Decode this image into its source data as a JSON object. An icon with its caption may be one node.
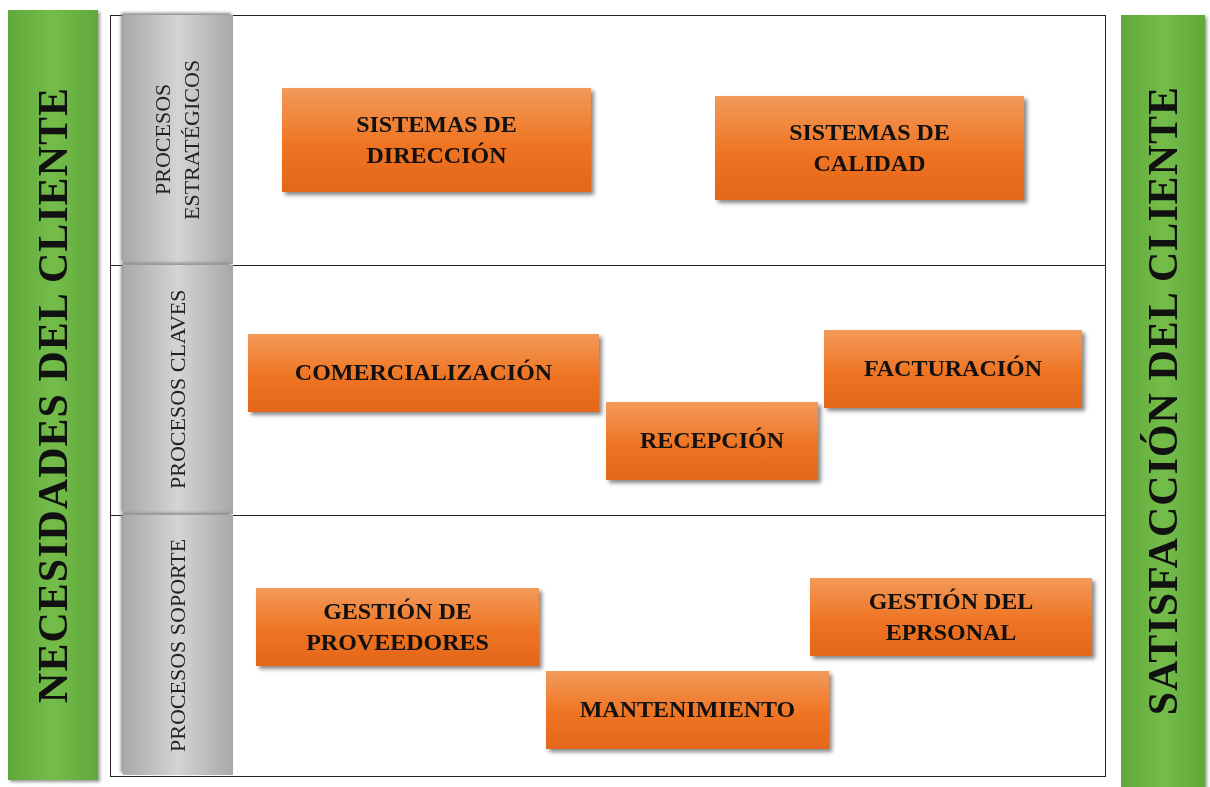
{
  "diagram": {
    "nodes": [
      {
        "text": [
          "NECESIDADES DEL CLIENTE"
        ]
      },
      {
        "text": [
          "PROCESOS ESTRATÉGICOS"
        ]
      },
      {
        "text": [
          "SISTEMAS DE DIRECCIÓN"
        ],
        "in": 1
      },
      {
        "text": [
          "SISTEMAS DE CALIDAD"
        ],
        "in": 1
      },
      {
        "text": [
          "PROCESOS CLAVES"
        ]
      },
      {
        "text": [
          "COMERCIALIZACIÓN"
        ],
        "in": 4
      },
      {
        "text": [
          "RECEPCIÓN"
        ],
        "in": 4
      },
      {
        "text": [
          "FACTURACIÓN"
        ],
        "in": 4
      },
      {
        "text": [
          "PROCESOS SOPORTE"
        ]
      },
      {
        "text": [
          "GESTIÓN DE PROVEEDORES"
        ],
        "in": 8
      },
      {
        "text": [
          "GESTIÓN DEL EPRSONAL"
        ],
        "in": 8
      },
      {
        "text": [
          "MANTENIMIENTO"
        ],
        "in": 8
      },
      {
        "text": [
          "SATISFACCIÓN DEL CLIENTE"
        ]
      }
    ],
    "edges": []
  }
}
